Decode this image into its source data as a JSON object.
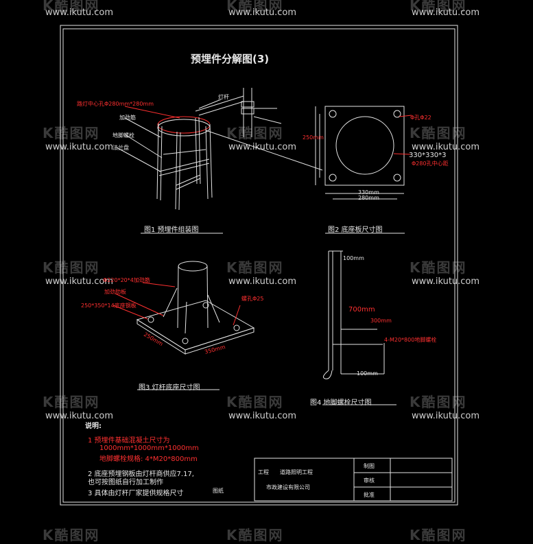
{
  "watermark": {
    "logo": "K酷图网",
    "url": "www.ikutu.com"
  },
  "drawing": {
    "title": "预埋件分解图(3)",
    "fig1": {
      "caption": "图1  预埋件组装图",
      "labels": [
        "路灯中心孔Φ280mm*280mm",
        "加劲筋",
        "地脚螺栓",
        "法兰盘",
        "灯杆"
      ]
    },
    "fig2": {
      "caption": "图2  底座板尺寸图",
      "labels": [
        "Φ孔Φ22",
        "330*330*3",
        "Φ280孔中心距",
        "250mm",
        "330mm",
        "280mm"
      ]
    },
    "fig3": {
      "caption": "图3  灯杆底座尺寸图",
      "labels": [
        "Φ220*20*4加劲筋",
        "加劲肋板",
        "250*350*14底座钢板",
        "螺孔Φ25",
        "250mm",
        "350mm"
      ]
    },
    "fig4": {
      "caption": "图4  地脚螺栓尺寸图",
      "labels": [
        "100mm",
        "700mm",
        "300mm",
        "4-M20*800地脚螺栓",
        "100mm"
      ]
    },
    "notes": {
      "heading": "说明:",
      "line1": "1  预埋件基础混凝土尺寸为",
      "line2": "1000mm*1000mm*1000mm",
      "line3": "地脚螺栓规格: 4*M20*800mm",
      "line4": "2  底座预埋钢板由灯杆商供应7.17,",
      "line5": "   也可按图纸自行加工制作",
      "line6": "3  具体由灯杆厂家提供规格尺寸",
      "extra": "图纸"
    },
    "titleblock": {
      "project_label": "工程",
      "project": "道路照明工程",
      "company": "市政建设有限公司",
      "rows": [
        "制图",
        "审核",
        "批准"
      ]
    }
  }
}
